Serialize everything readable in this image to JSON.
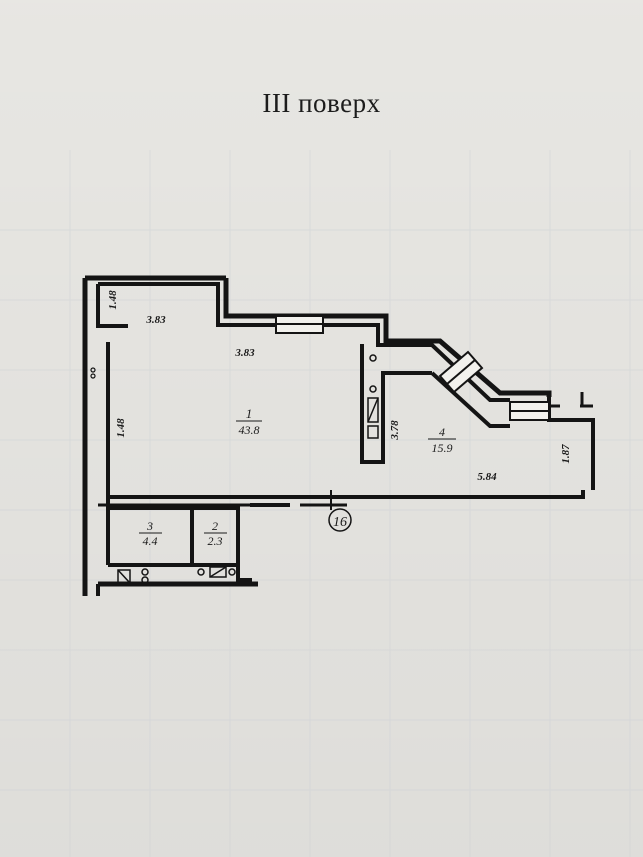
{
  "title": "III поверх",
  "rooms": [
    {
      "id": "1",
      "area": "43.8"
    },
    {
      "id": "2",
      "area": "2.3"
    },
    {
      "id": "3",
      "area": "4.4"
    },
    {
      "id": "4",
      "area": "15.9"
    }
  ],
  "dimensions": {
    "d_148_top": "1.48",
    "d_383_top": "3.83",
    "d_383_mid": "3.83",
    "d_148_left": "1.48",
    "d_378": "3.78",
    "d_187": "1.87",
    "d_584": "5.84"
  },
  "stair_marker": "16"
}
